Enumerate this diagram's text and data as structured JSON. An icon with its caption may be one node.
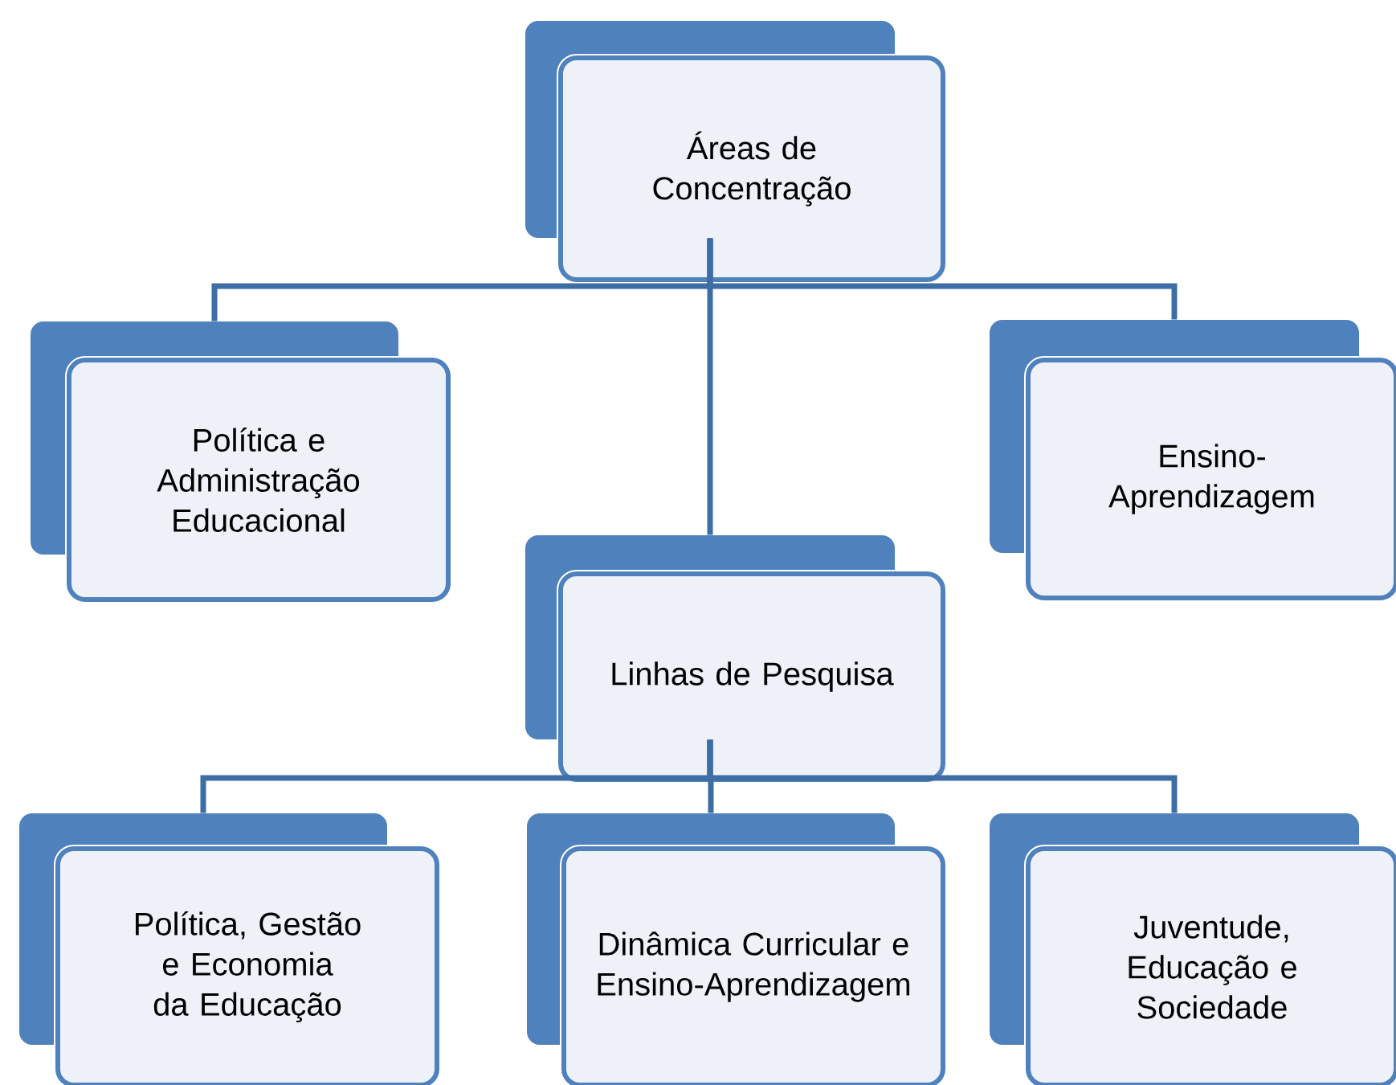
{
  "diagram": {
    "nodes": [
      {
        "text": [
          "Áreas de Concentração"
        ]
      },
      {
        "text": [
          "Política e Administração Educacional"
        ]
      },
      {
        "text": [
          "Ensino-Aprendizagem"
        ]
      },
      {
        "text": [
          "Linhas de Pesquisa"
        ]
      },
      {
        "text": [
          "Política, Gestão e Economia da Educação"
        ]
      },
      {
        "text": [
          "Dinâmica Curricular e Ensino-Aprendizagem"
        ]
      },
      {
        "text": [
          "Juventude, Educação e Sociedade"
        ]
      }
    ],
    "edges": [
      {
        "from": 0,
        "to": 1,
        "arrow": "none"
      },
      {
        "from": 0,
        "to": 2,
        "arrow": "none"
      },
      {
        "from": 0,
        "to": 3,
        "arrow": "none"
      },
      {
        "from": 3,
        "to": 4,
        "arrow": "none"
      },
      {
        "from": 3,
        "to": 5,
        "arrow": "none"
      },
      {
        "from": 3,
        "to": 6,
        "arrow": "none"
      }
    ]
  }
}
